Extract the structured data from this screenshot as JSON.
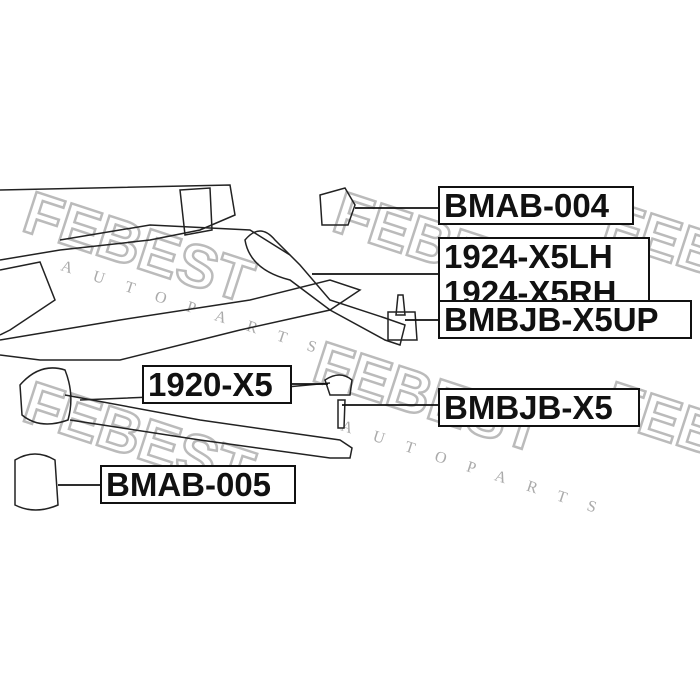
{
  "watermark": {
    "brand": "FEBEST",
    "tagline": "AUTO PARTS",
    "color": "#bbbbbb"
  },
  "parts": [
    {
      "id": "BMAB-004"
    },
    {
      "id": "1924-X5LH"
    },
    {
      "id": "1924-X5RH"
    },
    {
      "id": "BMBJB-X5UP"
    },
    {
      "id": "1920-X5"
    },
    {
      "id": "BMBJB-X5"
    },
    {
      "id": "BMAB-005"
    }
  ]
}
